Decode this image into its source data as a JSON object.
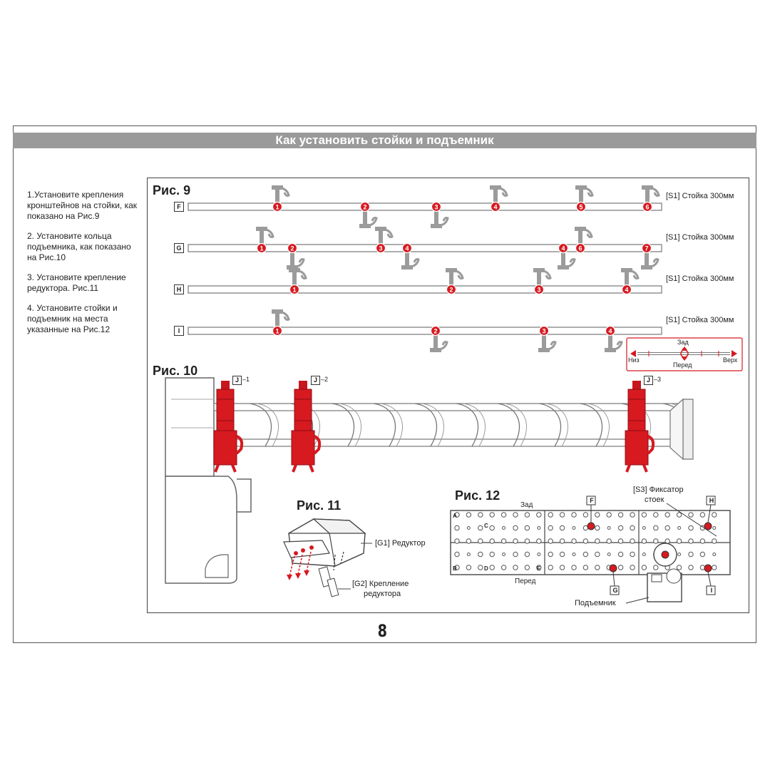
{
  "page": {
    "title": "Как установить стойки и подъемник",
    "page_number": "8"
  },
  "steps": [
    "1.Установите крепления кронштейнов на стойки, как показано на Рис.9",
    "2. Установите кольца подъемника, как показано на Рис.10",
    "3. Установите крепление редуктора. Рис.11",
    "4. Установите стойки и подъемник на места указанные на Рис.12"
  ],
  "fig9": {
    "title": "Рис. 9",
    "rows": [
      {
        "letter": "F",
        "label": "[S1] Стойка 300мм",
        "markers": [
          "1",
          "2",
          "3",
          "4",
          "5",
          "6"
        ]
      },
      {
        "letter": "G",
        "label": "[S1] Стойка 300мм",
        "markers": [
          "1",
          "2",
          "3",
          "4",
          "4",
          "6",
          "7"
        ]
      },
      {
        "letter": "H",
        "label": "[S1] Стойка 300мм",
        "markers": [
          "1",
          "2",
          "3",
          "4"
        ]
      },
      {
        "letter": "I",
        "label": "[S1] Стойка 300мм",
        "markers": [
          "1",
          "2",
          "3",
          "4"
        ]
      }
    ],
    "legend": {
      "top": "Зад",
      "bottom": "Перед",
      "left": "Низ",
      "right": "Верх"
    }
  },
  "fig10": {
    "title": "Рис. 10",
    "clips": [
      {
        "letter": "J",
        "suffix": "–1"
      },
      {
        "letter": "J",
        "suffix": "–2"
      },
      {
        "letter": "J",
        "suffix": "–3"
      }
    ]
  },
  "fig11": {
    "title": "Рис. 11",
    "reducer_label": "[G1] Редуктор",
    "mount_label_line1": "[G2] Крепление",
    "mount_label_line2": "редуктора"
  },
  "fig12": {
    "title": "Рис. 12",
    "back_label": "Зад",
    "front_label": "Перед",
    "lock_label_line1": "[S3] Фиксатор",
    "lock_label_line2": "стоек",
    "lift_label": "Подъемник",
    "callouts": [
      "F",
      "H",
      "G",
      "I"
    ],
    "grid_letters": [
      "A",
      "C",
      "B",
      "D",
      "E"
    ]
  },
  "colors": {
    "accent": "#d71920",
    "title_bar": "#9a9a9a",
    "part_gray": "#9b9b9b"
  }
}
